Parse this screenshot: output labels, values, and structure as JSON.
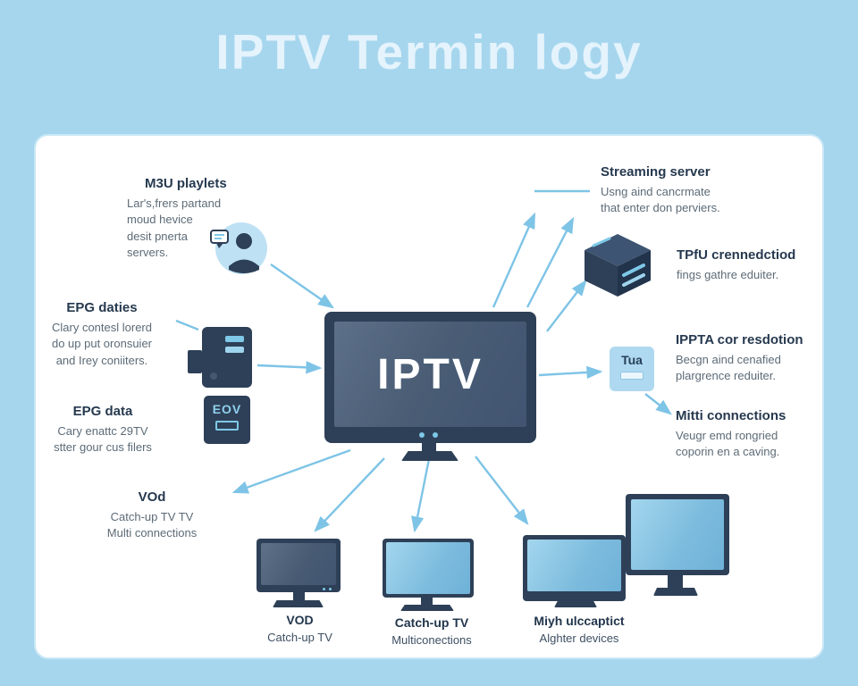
{
  "title": "IPTV Termin logy",
  "colors": {
    "background": "#a6d6ee",
    "panel": "#ffffff",
    "navy": "#2e4057",
    "accent": "#7ec8e8"
  },
  "center": {
    "tv_label": "IPTV"
  },
  "icons": {
    "stb_label": "EOV",
    "tua_label": "Tua"
  },
  "left_items": [
    {
      "heading": "M3U playlets",
      "body": "Lar's,frers partand\nmoud hevice\ndesit pnerta\nservers."
    },
    {
      "heading": "EPG daties",
      "body": "Clary contesl lorerd\ndo up put oronsuier\nand Irey coniiters."
    },
    {
      "heading": "EPG data",
      "body": "Cary enattc 29TV\nstter gour cus filers"
    },
    {
      "heading": "VOd",
      "body": "Catch-up TV TV\nMulti connections"
    }
  ],
  "right_items": [
    {
      "heading": "Streaming server",
      "body": "Usng aind cancrmate\nthat enter don perviers."
    },
    {
      "heading": "TPfU crennedctiod",
      "body": "fings gathre eduiter."
    },
    {
      "heading": "IPPTA cor resdotion",
      "body": "Becgn aind cenafied\nplargrence reduiter."
    },
    {
      "heading": "Mitti connections",
      "body": "Veugr emd rongried\ncoporin en a caving."
    }
  ],
  "bottom_items": [
    {
      "heading": "VOD",
      "body": "Catch-up TV"
    },
    {
      "heading": "Catch-up TV",
      "body": "Multiconections"
    },
    {
      "heading": "Miyh ulccaptict",
      "body": "Alghter devices"
    }
  ]
}
